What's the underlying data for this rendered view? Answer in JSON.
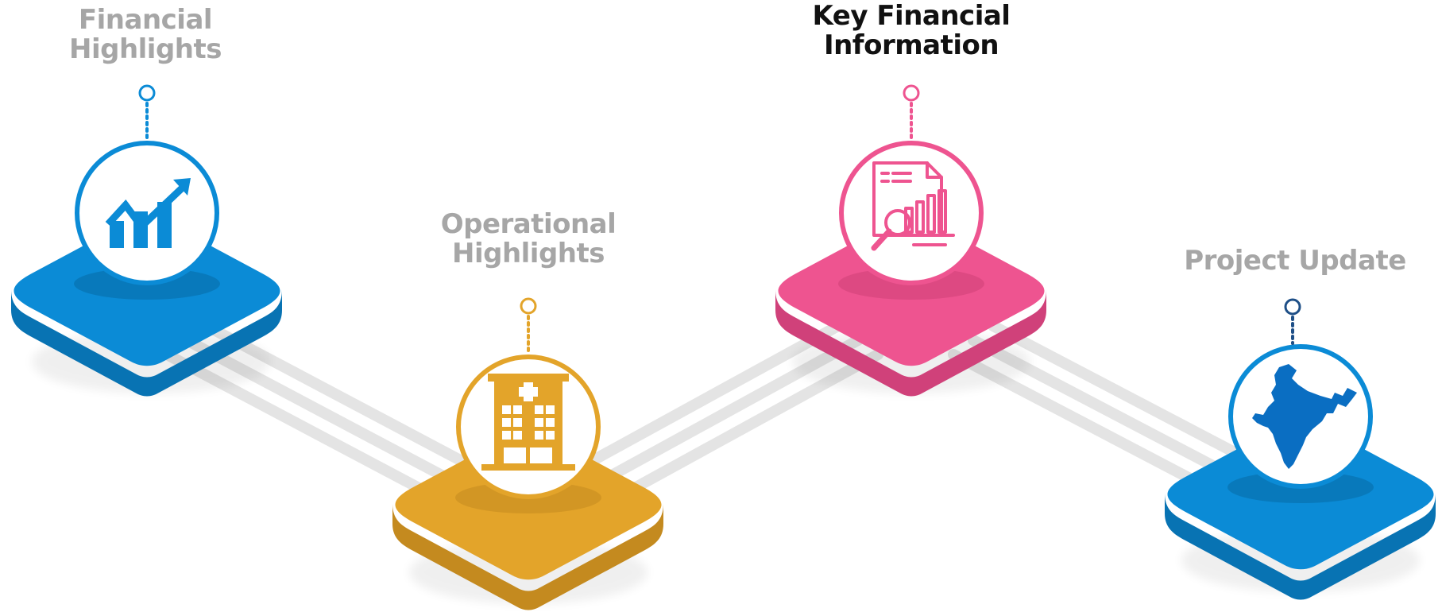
{
  "nodes": [
    {
      "id": "financial-highlights",
      "title_lines": [
        "Financial",
        "Highlights"
      ],
      "active": false,
      "color": "#0b8bd6",
      "dark": "#0873b3",
      "icon": "growth-chart-icon"
    },
    {
      "id": "operational-highlights",
      "title_lines": [
        "Operational",
        "Highlights"
      ],
      "active": false,
      "color": "#e3a42a",
      "dark": "#c48a1f",
      "icon": "hospital-icon"
    },
    {
      "id": "key-financial-information",
      "title_lines": [
        "Key Financial",
        "Information"
      ],
      "active": true,
      "color": "#ee5490",
      "dark": "#d0417a",
      "icon": "financial-report-icon"
    },
    {
      "id": "project-update",
      "title_lines": [
        "Project Update"
      ],
      "active": false,
      "color": "#0b8bd6",
      "dark": "#0873b3",
      "icon": "india-map-icon"
    }
  ]
}
